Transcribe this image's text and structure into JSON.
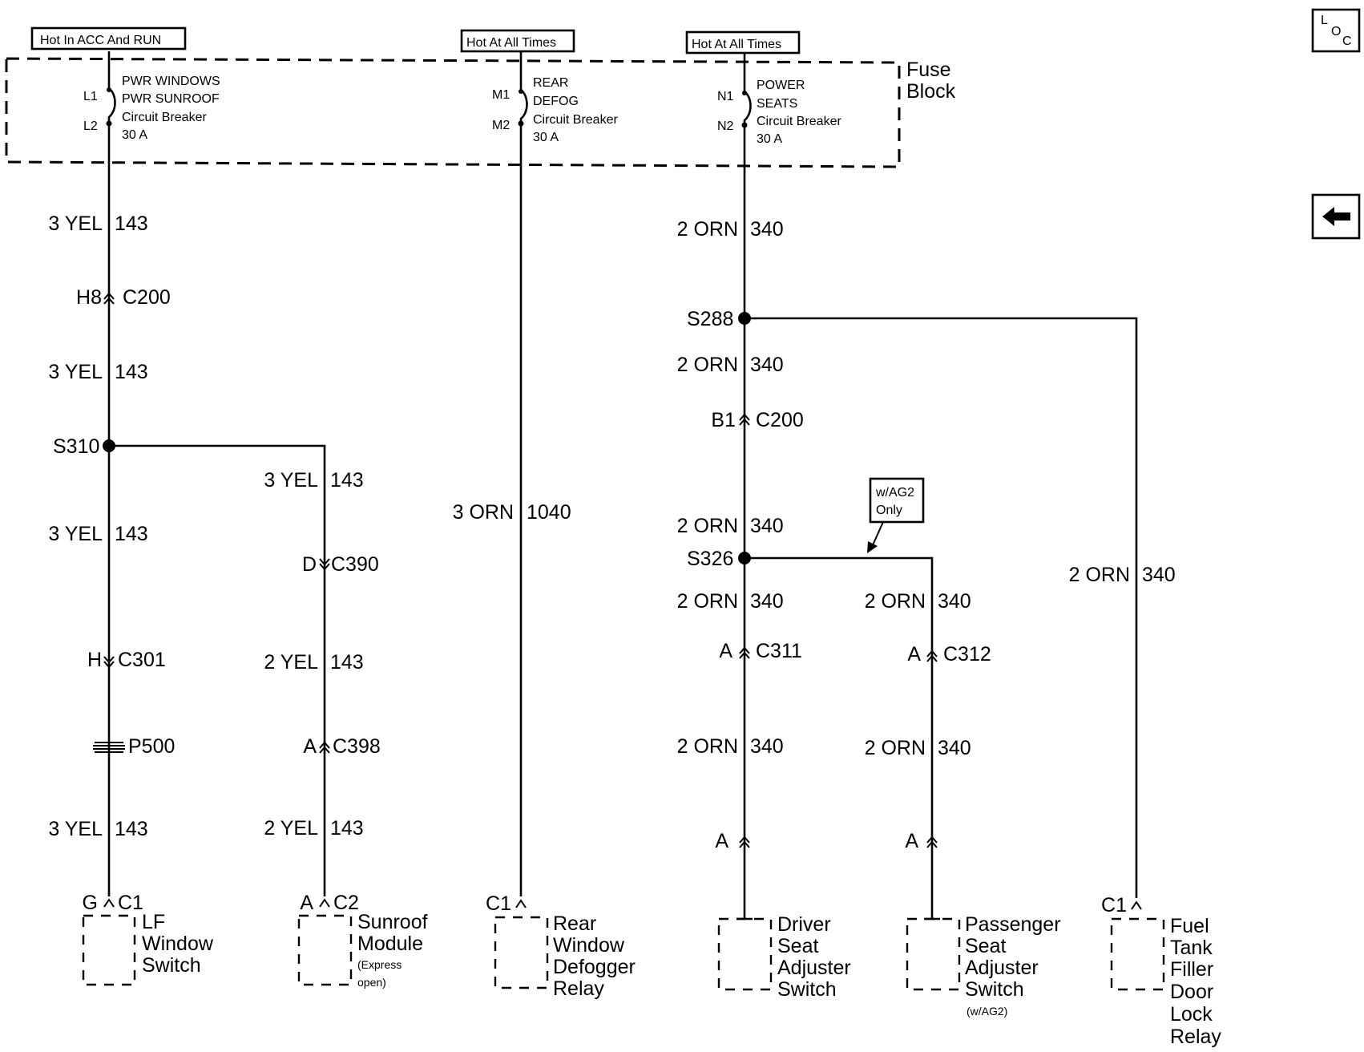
{
  "toolbar": {
    "loc_button": {
      "letters": [
        "L",
        "O",
        "C"
      ]
    },
    "back_button": {
      "icon": "arrow-left-icon"
    }
  },
  "hot_labels": {
    "acc_run": "Hot In ACC And RUN",
    "all_times_1": "Hot At All Times",
    "all_times_2": "Hot At All Times"
  },
  "fuse_block": {
    "label_line1": "Fuse",
    "label_line2": "Block",
    "breakers": [
      {
        "term_in": "L1",
        "term_out": "L2",
        "lines": [
          "PWR WINDOWS",
          "PWR SUNROOF",
          "Circuit Breaker",
          "30 A"
        ]
      },
      {
        "term_in": "M1",
        "term_out": "M2",
        "lines": [
          "REAR",
          "DEFOG",
          "Circuit Breaker",
          "30 A"
        ]
      },
      {
        "term_in": "N1",
        "term_out": "N2",
        "lines": [
          "POWER",
          "SEATS",
          "Circuit Breaker",
          "30 A"
        ]
      }
    ]
  },
  "wire_labels": {
    "a1": {
      "color": "3 YEL",
      "circuit": "143"
    },
    "a2": {
      "color": "3 YEL",
      "circuit": "143"
    },
    "a3": {
      "color": "3 YEL",
      "circuit": "143"
    },
    "a4": {
      "color": "3 YEL",
      "circuit": "143"
    },
    "b1": {
      "color": "3 YEL",
      "circuit": "143"
    },
    "b2": {
      "color": "2 YEL",
      "circuit": "143"
    },
    "b3": {
      "color": "2 YEL",
      "circuit": "143"
    },
    "c1": {
      "color": "3 ORN",
      "circuit": "1040"
    },
    "d1": {
      "color": "2 ORN",
      "circuit": "340"
    },
    "d2": {
      "color": "2 ORN",
      "circuit": "340"
    },
    "d3": {
      "color": "2 ORN",
      "circuit": "340"
    },
    "d4": {
      "color": "2 ORN",
      "circuit": "340"
    },
    "d5": {
      "color": "2 ORN",
      "circuit": "340"
    },
    "e1": {
      "color": "2 ORN",
      "circuit": "340"
    },
    "e2": {
      "color": "2 ORN",
      "circuit": "340"
    },
    "f1": {
      "color": "2 ORN",
      "circuit": "340"
    }
  },
  "connectors": {
    "h8_c200": {
      "pin": "H8",
      "id": "C200"
    },
    "h_c301": {
      "pin": "H",
      "id": "C301"
    },
    "p500": {
      "id": "P500"
    },
    "d_c390": {
      "pin": "D",
      "id": "C390"
    },
    "a_c398": {
      "pin": "A",
      "id": "C398"
    },
    "b1_c200": {
      "pin": "B1",
      "id": "C200"
    },
    "a_c311": {
      "pin": "A",
      "id": "C311"
    },
    "a_c312": {
      "pin": "A",
      "id": "C312"
    },
    "a_driver": {
      "pin": "A"
    },
    "a_pass": {
      "pin": "A"
    }
  },
  "splices": {
    "s310": "S310",
    "s288": "S288",
    "s326": "S326"
  },
  "option_note": {
    "line1": "w/AG2",
    "line2": "Only"
  },
  "components": {
    "lf_window": {
      "pin": "G",
      "conn": "C1",
      "lines": [
        "LF",
        "Window",
        "Switch"
      ]
    },
    "sunroof": {
      "pin": "A",
      "conn": "C2",
      "lines": [
        "Sunroof",
        "Module"
      ],
      "note_lines": [
        "(Express",
        "open)"
      ]
    },
    "rear_defog": {
      "conn": "C1",
      "lines": [
        "Rear",
        "Window",
        "Defogger",
        "Relay"
      ]
    },
    "driver_seat": {
      "lines": [
        "Driver",
        "Seat",
        "Adjuster",
        "Switch"
      ]
    },
    "pass_seat": {
      "lines": [
        "Passenger",
        "Seat",
        "Adjuster",
        "Switch"
      ],
      "note": "(w/AG2)"
    },
    "fuel_door": {
      "conn": "C1",
      "lines": [
        "Fuel",
        "Tank",
        "Filler",
        "Door",
        "Lock",
        "Relay"
      ]
    }
  }
}
